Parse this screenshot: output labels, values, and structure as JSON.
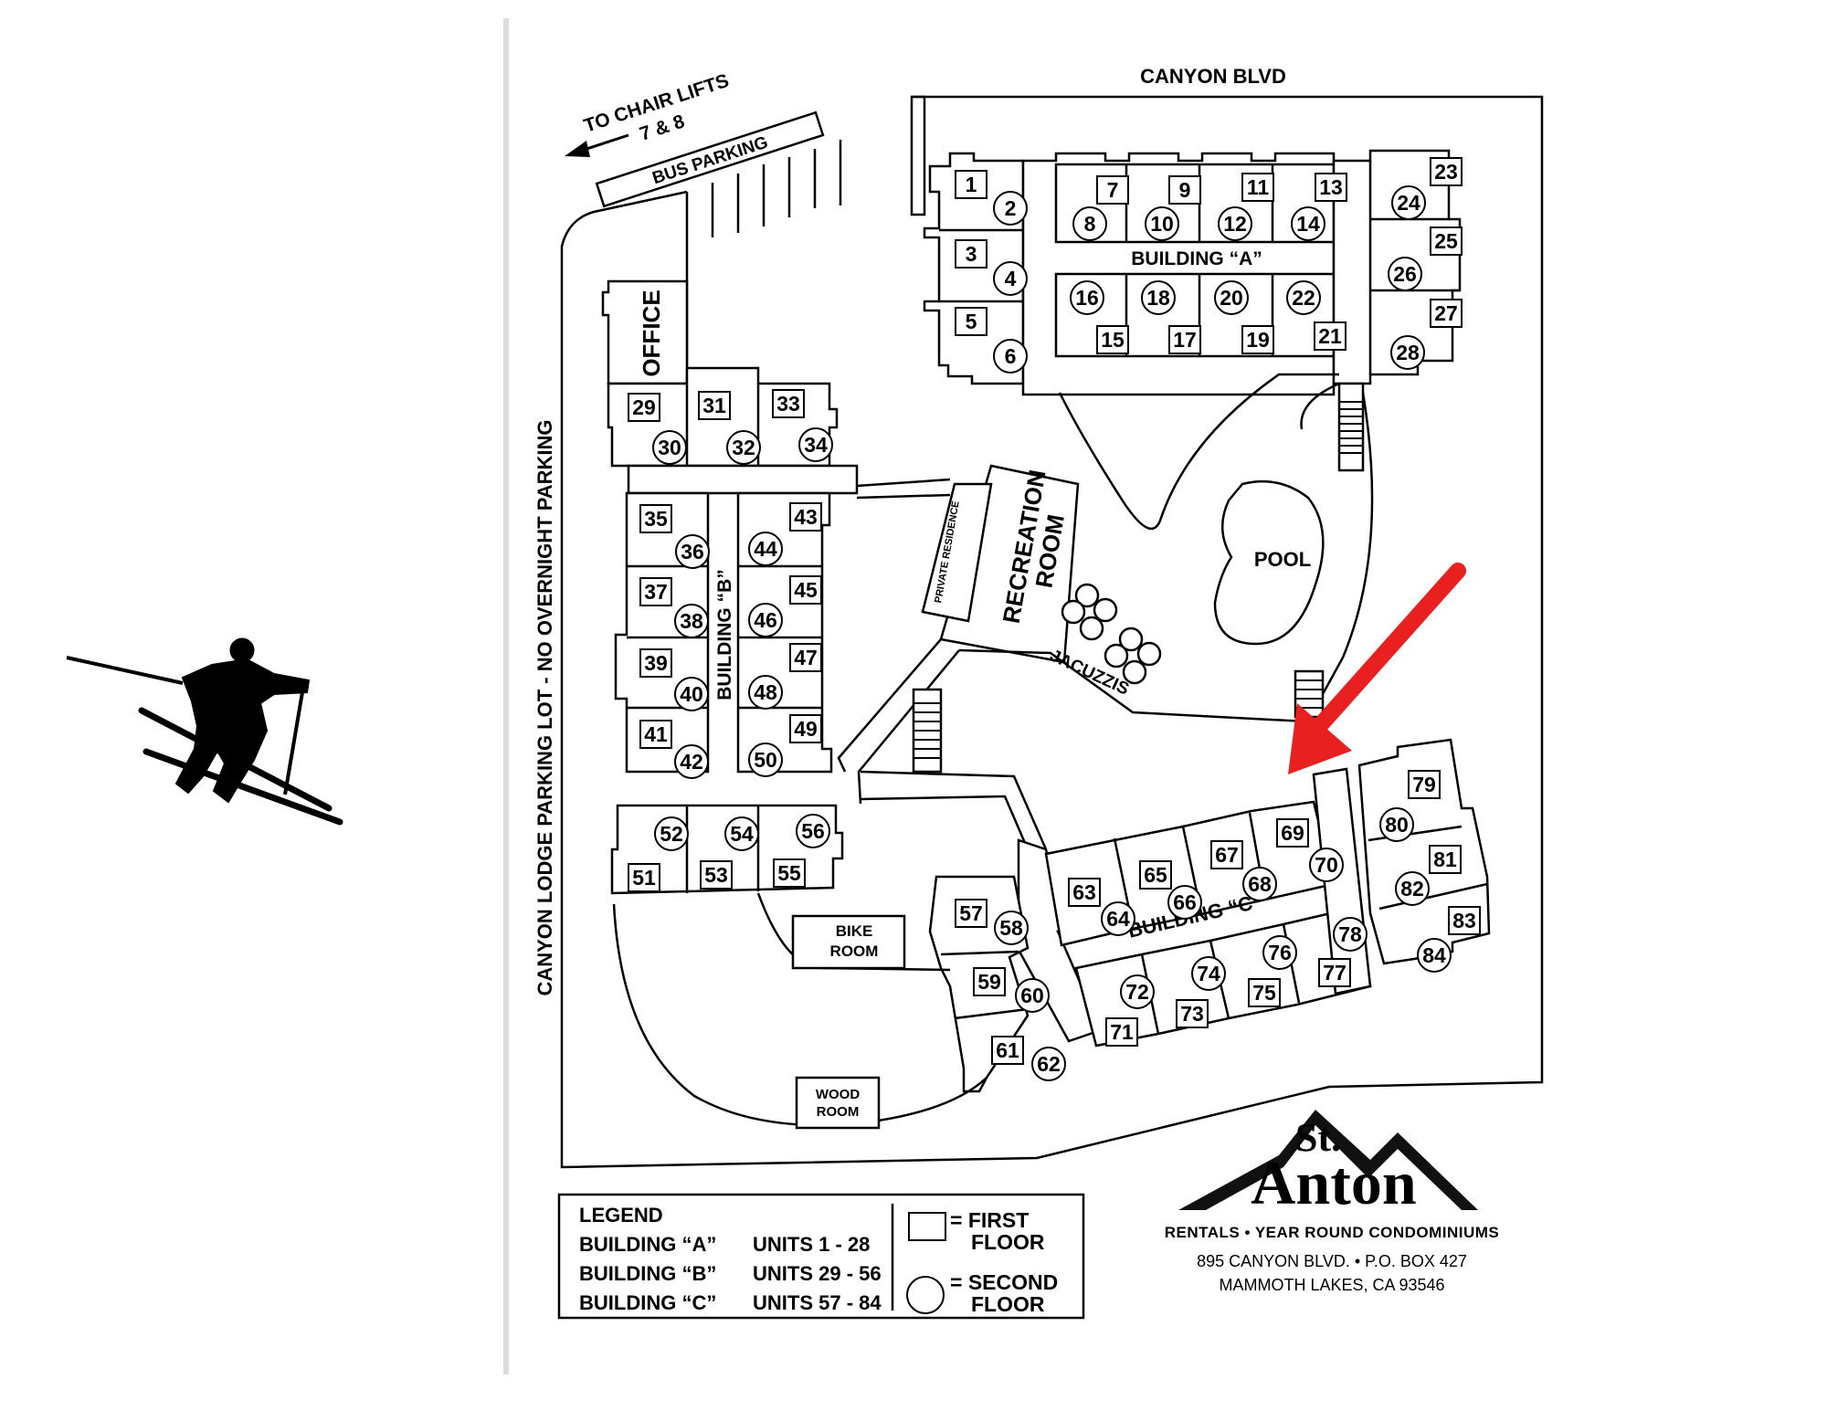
{
  "labels": {
    "street": "CANYON BLVD",
    "chair_lifts_1": "TO CHAIR LIFTS",
    "chair_lifts_2": "7 & 8",
    "bus_parking": "BUS PARKING",
    "parking_lot": "CANYON LODGE PARKING LOT - NO OVERNIGHT PARKING",
    "office": "OFFICE",
    "building_a": "BUILDING “A”",
    "building_b": "BUILDING “B”",
    "building_c": "BUILDING “C”",
    "recreation_1": "RECREATION",
    "recreation_2": "ROOM",
    "private_residence": "PRIVATE RESIDENCE",
    "pool": "POOL",
    "jacuzzis": "JACUZZIS",
    "bike_room_1": "BIKE",
    "bike_room_2": "ROOM",
    "wood_room_1": "WOOD",
    "wood_room_2": "ROOM"
  },
  "legend": {
    "title": "LEGEND",
    "rows": [
      {
        "building": "BUILDING “A”",
        "units": "UNITS 1 - 28"
      },
      {
        "building": "BUILDING “B”",
        "units": "UNITS 29 - 56"
      },
      {
        "building": "BUILDING “C”",
        "units": "UNITS 57 - 84"
      }
    ],
    "first_floor_1": "= FIRST",
    "first_floor_2": "FLOOR",
    "second_floor_1": "= SECOND",
    "second_floor_2": "FLOOR"
  },
  "branding": {
    "logo_st": "St.",
    "logo_name": "Anton",
    "tagline": "RENTALS • YEAR ROUND CONDOMINIUMS",
    "address_1": "895 CANYON BLVD.  •  P.O. BOX 427",
    "address_2": "MAMMOTH LAKES, CA 93546"
  },
  "units": [
    {
      "n": "1",
      "floor": "first"
    },
    {
      "n": "2",
      "floor": "second"
    },
    {
      "n": "3",
      "floor": "first"
    },
    {
      "n": "4",
      "floor": "second"
    },
    {
      "n": "5",
      "floor": "first"
    },
    {
      "n": "6",
      "floor": "second"
    },
    {
      "n": "7",
      "floor": "first"
    },
    {
      "n": "8",
      "floor": "second"
    },
    {
      "n": "9",
      "floor": "first"
    },
    {
      "n": "10",
      "floor": "second"
    },
    {
      "n": "11",
      "floor": "first"
    },
    {
      "n": "12",
      "floor": "second"
    },
    {
      "n": "13",
      "floor": "first"
    },
    {
      "n": "14",
      "floor": "second"
    },
    {
      "n": "15",
      "floor": "first"
    },
    {
      "n": "16",
      "floor": "second"
    },
    {
      "n": "17",
      "floor": "first"
    },
    {
      "n": "18",
      "floor": "second"
    },
    {
      "n": "19",
      "floor": "first"
    },
    {
      "n": "20",
      "floor": "second"
    },
    {
      "n": "21",
      "floor": "first"
    },
    {
      "n": "22",
      "floor": "second"
    },
    {
      "n": "23",
      "floor": "first"
    },
    {
      "n": "24",
      "floor": "second"
    },
    {
      "n": "25",
      "floor": "first"
    },
    {
      "n": "26",
      "floor": "second"
    },
    {
      "n": "27",
      "floor": "first"
    },
    {
      "n": "28",
      "floor": "second"
    },
    {
      "n": "29",
      "floor": "first"
    },
    {
      "n": "30",
      "floor": "second"
    },
    {
      "n": "31",
      "floor": "first"
    },
    {
      "n": "32",
      "floor": "second"
    },
    {
      "n": "33",
      "floor": "first"
    },
    {
      "n": "34",
      "floor": "second"
    },
    {
      "n": "35",
      "floor": "first"
    },
    {
      "n": "36",
      "floor": "second"
    },
    {
      "n": "37",
      "floor": "first"
    },
    {
      "n": "38",
      "floor": "second"
    },
    {
      "n": "39",
      "floor": "first"
    },
    {
      "n": "40",
      "floor": "second"
    },
    {
      "n": "41",
      "floor": "first"
    },
    {
      "n": "42",
      "floor": "second"
    },
    {
      "n": "43",
      "floor": "first"
    },
    {
      "n": "44",
      "floor": "second"
    },
    {
      "n": "45",
      "floor": "first"
    },
    {
      "n": "46",
      "floor": "second"
    },
    {
      "n": "47",
      "floor": "first"
    },
    {
      "n": "48",
      "floor": "second"
    },
    {
      "n": "49",
      "floor": "first"
    },
    {
      "n": "50",
      "floor": "second"
    },
    {
      "n": "51",
      "floor": "first"
    },
    {
      "n": "52",
      "floor": "second"
    },
    {
      "n": "53",
      "floor": "first"
    },
    {
      "n": "54",
      "floor": "second"
    },
    {
      "n": "55",
      "floor": "first"
    },
    {
      "n": "56",
      "floor": "second"
    },
    {
      "n": "57",
      "floor": "first"
    },
    {
      "n": "58",
      "floor": "second"
    },
    {
      "n": "59",
      "floor": "first"
    },
    {
      "n": "60",
      "floor": "second"
    },
    {
      "n": "61",
      "floor": "first"
    },
    {
      "n": "62",
      "floor": "second"
    },
    {
      "n": "63",
      "floor": "first"
    },
    {
      "n": "64",
      "floor": "second"
    },
    {
      "n": "65",
      "floor": "first"
    },
    {
      "n": "66",
      "floor": "second"
    },
    {
      "n": "67",
      "floor": "first"
    },
    {
      "n": "68",
      "floor": "second"
    },
    {
      "n": "69",
      "floor": "first"
    },
    {
      "n": "70",
      "floor": "second"
    },
    {
      "n": "71",
      "floor": "first"
    },
    {
      "n": "72",
      "floor": "second"
    },
    {
      "n": "73",
      "floor": "first"
    },
    {
      "n": "74",
      "floor": "second"
    },
    {
      "n": "75",
      "floor": "first"
    },
    {
      "n": "76",
      "floor": "second"
    },
    {
      "n": "77",
      "floor": "first"
    },
    {
      "n": "78",
      "floor": "second"
    },
    {
      "n": "79",
      "floor": "first"
    },
    {
      "n": "80",
      "floor": "second"
    },
    {
      "n": "81",
      "floor": "first"
    },
    {
      "n": "82",
      "floor": "second"
    },
    {
      "n": "83",
      "floor": "first"
    },
    {
      "n": "84",
      "floor": "second"
    }
  ],
  "colors": {
    "arrow": "#e8201f",
    "ink": "#000000",
    "divider": "#dddddd"
  },
  "icons": [
    "skier-icon",
    "red-arrow-icon",
    "mountain-logo-icon",
    "chair-lift-arrow-icon"
  ]
}
